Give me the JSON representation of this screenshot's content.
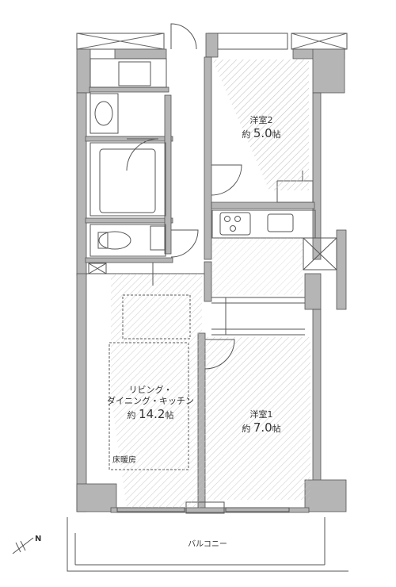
{
  "rooms": {
    "western2": {
      "name": "洋室2",
      "prefix": "約",
      "size": "5.0",
      "unit": "帖"
    },
    "ldk": {
      "name_line1": "リビング・",
      "name_line2": "ダイニング・キッチン",
      "prefix": "約",
      "size": "14.2",
      "unit": "帖"
    },
    "western1": {
      "name": "洋室1",
      "prefix": "約",
      "size": "7.0",
      "unit": "帖"
    }
  },
  "floor_heating": "床暖房",
  "balcony": "バルコニー",
  "north_mark": "N",
  "colors": {
    "wall": "#b5b5b5",
    "line": "#555555",
    "hatch": "#bdbdbd"
  }
}
